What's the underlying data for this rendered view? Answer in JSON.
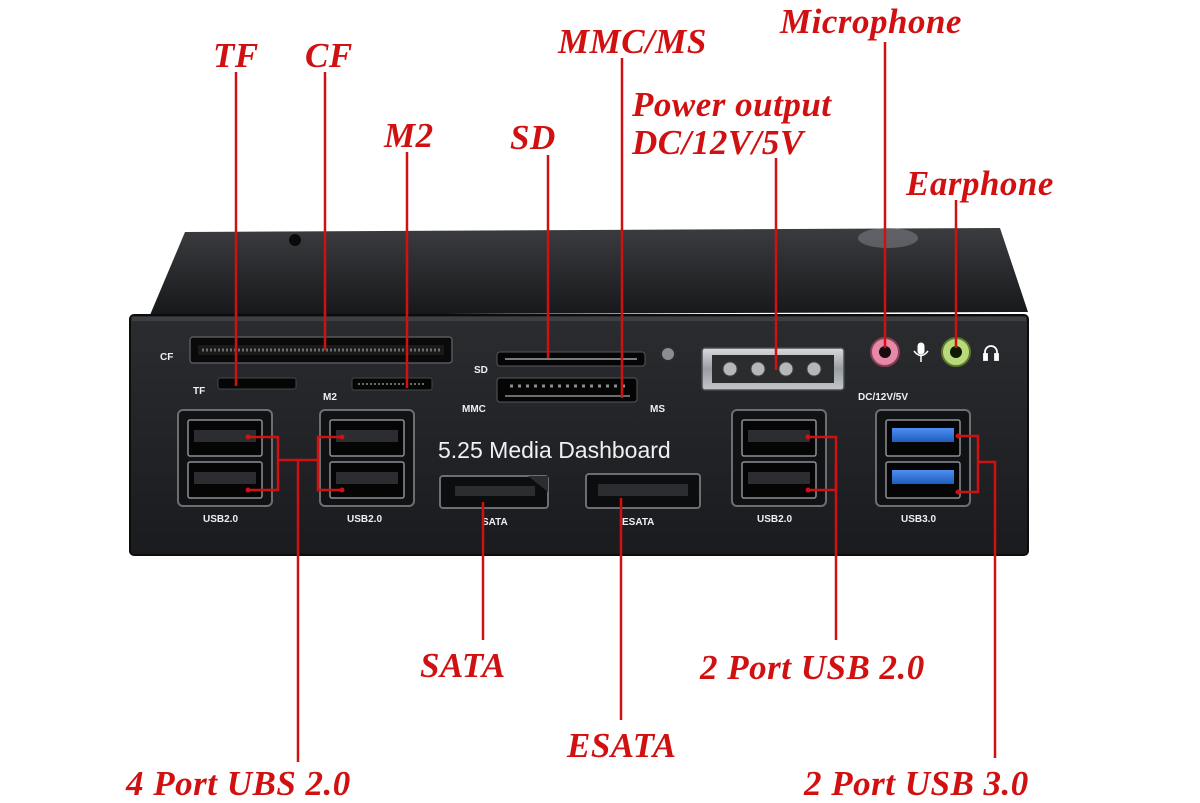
{
  "device": {
    "title": "5.25 Media Dashboard",
    "port_labels": {
      "cf": "CF",
      "tf": "TF",
      "m2": "M2",
      "sd": "SD",
      "mmc": "MMC",
      "ms": "MS",
      "dc": "DC/12V/5V",
      "usb2_a": "USB2.0",
      "usb2_b": "USB2.0",
      "sata": "SATA",
      "esata": "ESATA",
      "usb2_c": "USB2.0",
      "usb3": "USB3.0"
    }
  },
  "callouts": {
    "tf": "TF",
    "cf": "CF",
    "m2": "M2",
    "sd": "SD",
    "mmc_ms": "MMC/MS",
    "power_line1": "Power output",
    "power_line2": "DC/12V/5V",
    "microphone": "Microphone",
    "earphone": "Earphone",
    "sata": "SATA",
    "esata": "ESATA",
    "usb2_2port": "2 Port USB 2.0",
    "usb2_4port": "4 Port UBS 2.0",
    "usb3_2port": "2 Port USB 3.0"
  },
  "colors": {
    "callout": "#d11111",
    "panel": "#1f2124",
    "usb3_blue": "#2c6fd6",
    "mic_pink": "#e58aa6",
    "earphone_green": "#8bc34a"
  }
}
